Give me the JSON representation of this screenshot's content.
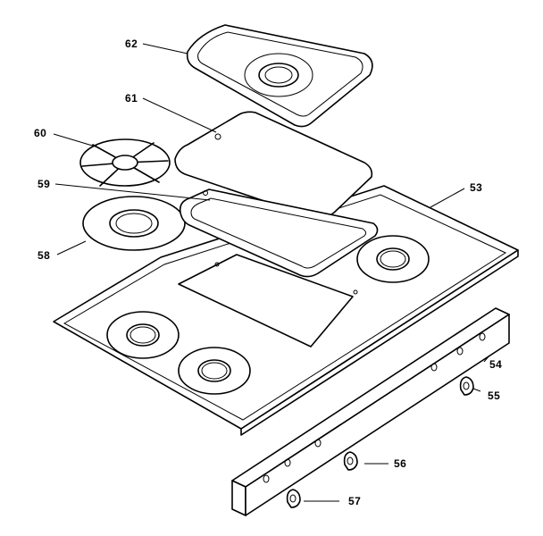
{
  "callouts": [
    {
      "id": "62",
      "label": "62"
    },
    {
      "id": "61",
      "label": "61"
    },
    {
      "id": "60",
      "label": "60"
    },
    {
      "id": "59",
      "label": "59"
    },
    {
      "id": "58",
      "label": "58"
    },
    {
      "id": "53",
      "label": "53"
    },
    {
      "id": "54",
      "label": "54"
    },
    {
      "id": "55",
      "label": "55"
    },
    {
      "id": "56",
      "label": "56"
    },
    {
      "id": "57",
      "label": "57"
    }
  ]
}
